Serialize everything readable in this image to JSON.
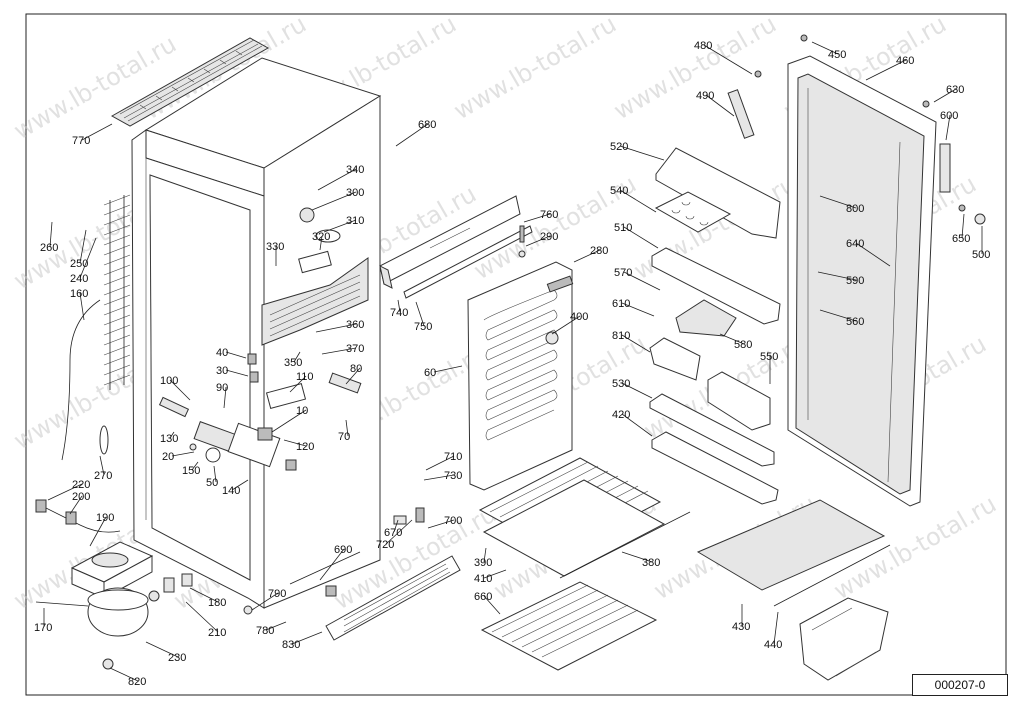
{
  "diagram": {
    "drawing_code": "000207-0",
    "watermark_text": "www.lb-total.ru",
    "part_numbers": [
      "770",
      "680",
      "340",
      "300",
      "310",
      "320",
      "330",
      "260",
      "250",
      "240",
      "160",
      "360",
      "350",
      "370",
      "40",
      "30",
      "110",
      "80",
      "90",
      "100",
      "10",
      "130",
      "20",
      "150",
      "50",
      "120",
      "140",
      "70",
      "270",
      "220",
      "200",
      "190",
      "180",
      "210",
      "170",
      "230",
      "820",
      "790",
      "780",
      "830",
      "690",
      "670",
      "720",
      "700",
      "710",
      "730",
      "740",
      "750",
      "760",
      "290",
      "280",
      "60",
      "400",
      "390",
      "410",
      "380",
      "660",
      "480",
      "450",
      "460",
      "490",
      "630",
      "600",
      "520",
      "800",
      "540",
      "510",
      "640",
      "650",
      "500",
      "590",
      "570",
      "610",
      "560",
      "810",
      "580",
      "550",
      "530",
      "420",
      "430",
      "440"
    ]
  }
}
